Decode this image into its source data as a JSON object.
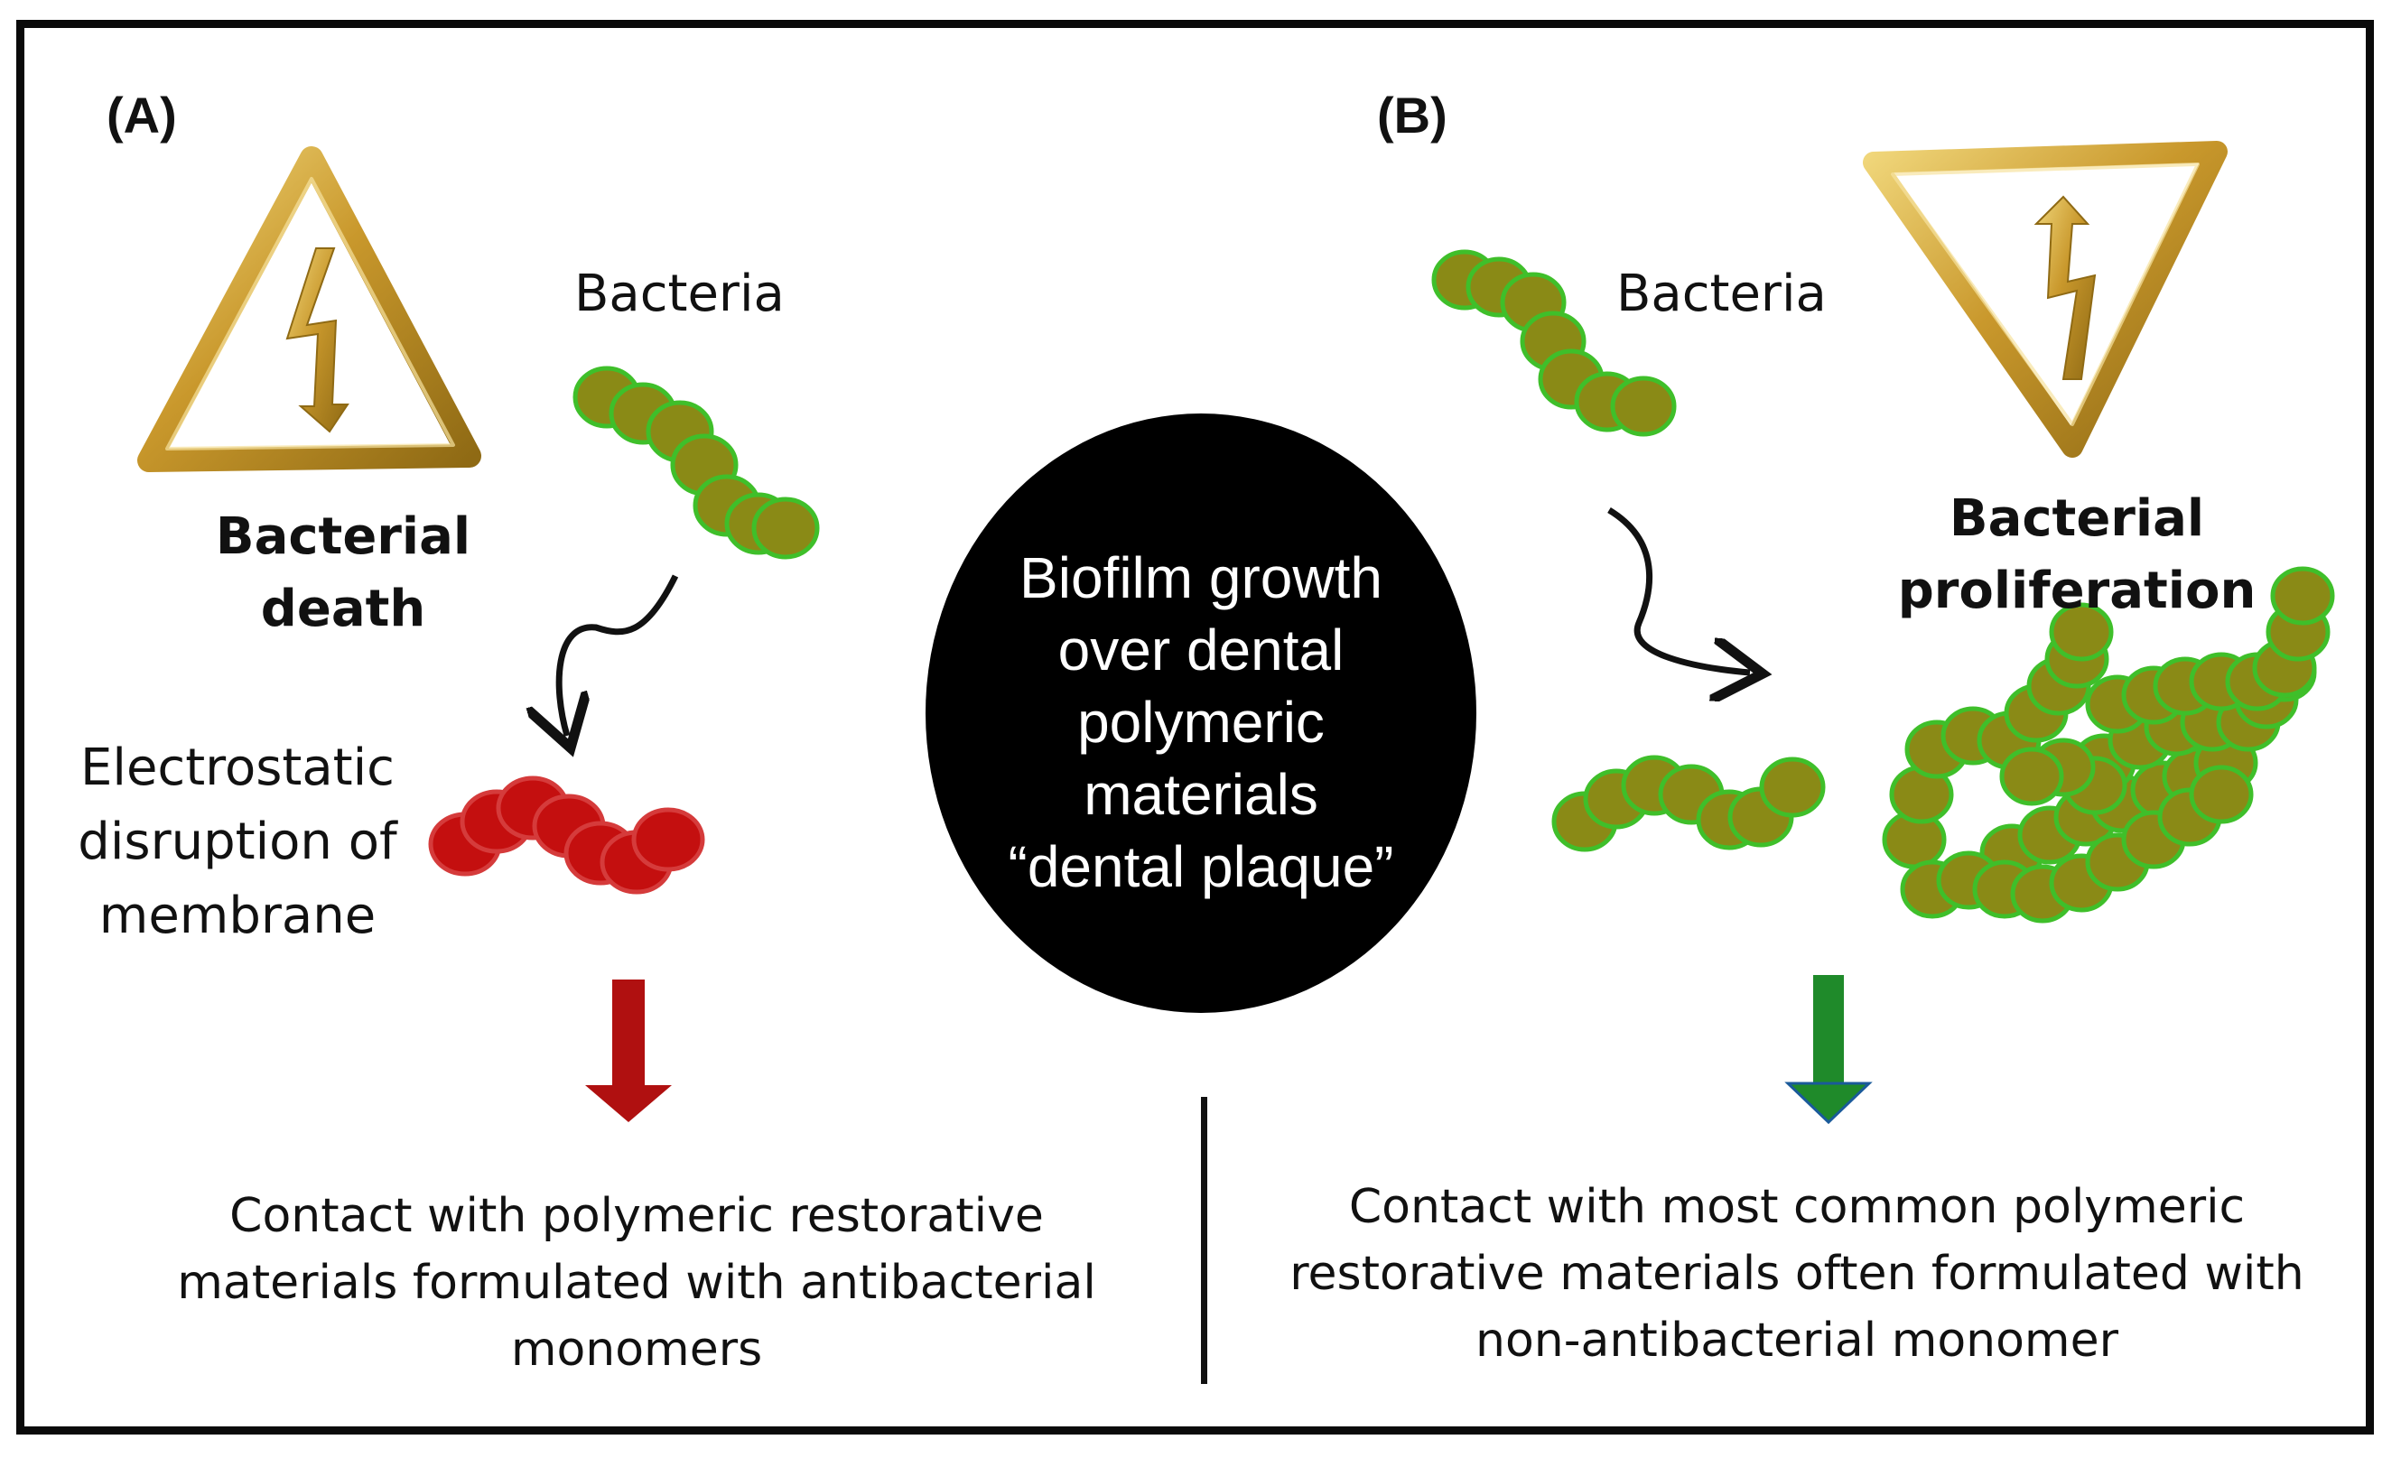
{
  "panels": {
    "a": {
      "label": "(A)",
      "bacteria_label": "Bacteria",
      "outcome_line1": "Bacterial",
      "outcome_line2": "death",
      "mechanism_line1": "Electrostatic",
      "mechanism_line2": "disruption of",
      "mechanism_line3": "membrane",
      "caption_line1": "Contact with polymeric restorative",
      "caption_line2": "materials formulated with antibacterial",
      "caption_line3": "monomers",
      "arrow_color": "#b01010"
    },
    "b": {
      "label": "(B)",
      "bacteria_label": "Bacteria",
      "outcome_line1": "Bacterial",
      "outcome_line2": "proliferation",
      "caption_line1": "Contact with most common polymeric",
      "caption_line2": "restorative materials often formulated with",
      "caption_line3": "non-antibacterial monomer",
      "arrow_color": "#1f8a2a"
    }
  },
  "center": {
    "line1": "Biofilm growth",
    "line2": "over dental",
    "line3": "polymeric",
    "line4": "materials",
    "line5": "“dental plaque”"
  },
  "colors": {
    "live_bacteria": "#8a8a16",
    "live_bacteria_border": "#3fbf2a",
    "dead_bacteria": "#c40f0f",
    "warning_gold": "#d1a638",
    "center_circle": "#000000"
  },
  "icons": {
    "warning_a": "lightning-warning-triangle-icon",
    "warning_b": "lightning-warning-inverted-triangle-icon"
  }
}
